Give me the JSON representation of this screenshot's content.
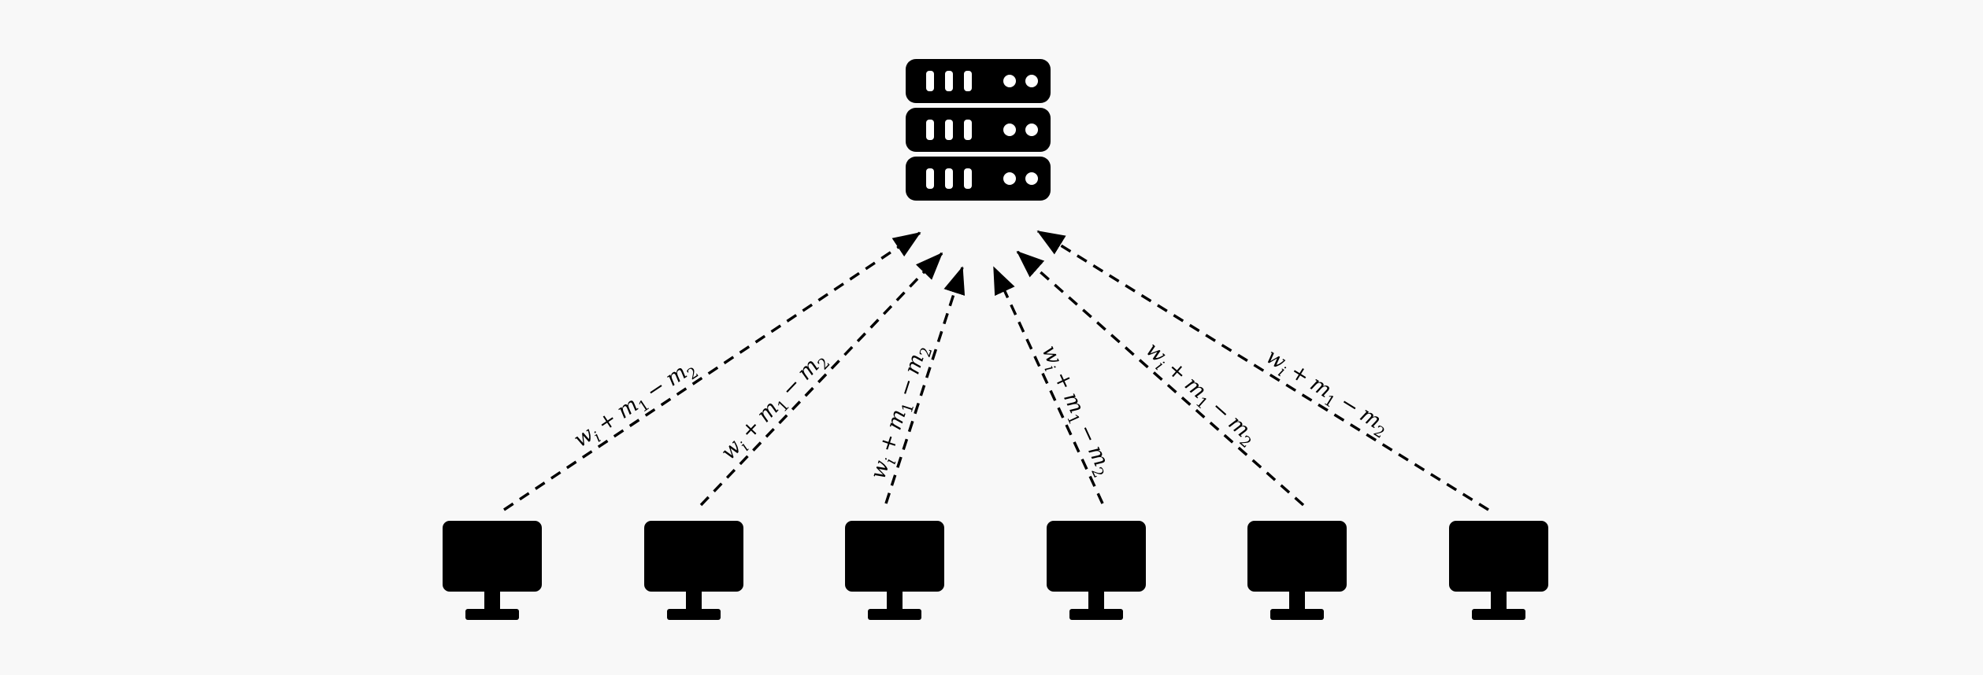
{
  "colors": {
    "background": "#f8f8f8",
    "foreground": "#000000"
  },
  "diagram": {
    "type": "star-topology",
    "server": {
      "icon": "server-icon",
      "rack_units": 3
    },
    "clients": [
      {
        "icon": "computer-icon"
      },
      {
        "icon": "computer-icon"
      },
      {
        "icon": "computer-icon"
      },
      {
        "icon": "computer-icon"
      },
      {
        "icon": "computer-icon"
      },
      {
        "icon": "computer-icon"
      }
    ],
    "edges": [
      {
        "from": "client-1",
        "to": "server",
        "style": "dashed-arrow",
        "label": "wᵢ + m₁ − m₂",
        "parts": [
          "w",
          "i",
          "+",
          "m",
          "1",
          "−",
          "m",
          "2"
        ]
      },
      {
        "from": "client-2",
        "to": "server",
        "style": "dashed-arrow",
        "label": "wᵢ + m₁ − m₂",
        "parts": [
          "w",
          "i",
          "+",
          "m",
          "1",
          "−",
          "m",
          "2"
        ]
      },
      {
        "from": "client-3",
        "to": "server",
        "style": "dashed-arrow",
        "label": "wᵢ + m₁ − m₂",
        "parts": [
          "w",
          "i",
          "+",
          "m",
          "1",
          "−",
          "m",
          "2"
        ]
      },
      {
        "from": "client-4",
        "to": "server",
        "style": "dashed-arrow",
        "label": "wᵢ + m₁ − m₂",
        "parts": [
          "w",
          "i",
          "+",
          "m",
          "1",
          "−",
          "m",
          "2"
        ]
      },
      {
        "from": "client-5",
        "to": "server",
        "style": "dashed-arrow",
        "label": "wᵢ + m₁ − m₂",
        "parts": [
          "w",
          "i",
          "+",
          "m",
          "1",
          "−",
          "m",
          "2"
        ]
      },
      {
        "from": "client-6",
        "to": "server",
        "style": "dashed-arrow",
        "label": "wᵢ + m₁ − m₂",
        "parts": [
          "w",
          "i",
          "+",
          "m",
          "1",
          "−",
          "m",
          "2"
        ]
      }
    ]
  }
}
